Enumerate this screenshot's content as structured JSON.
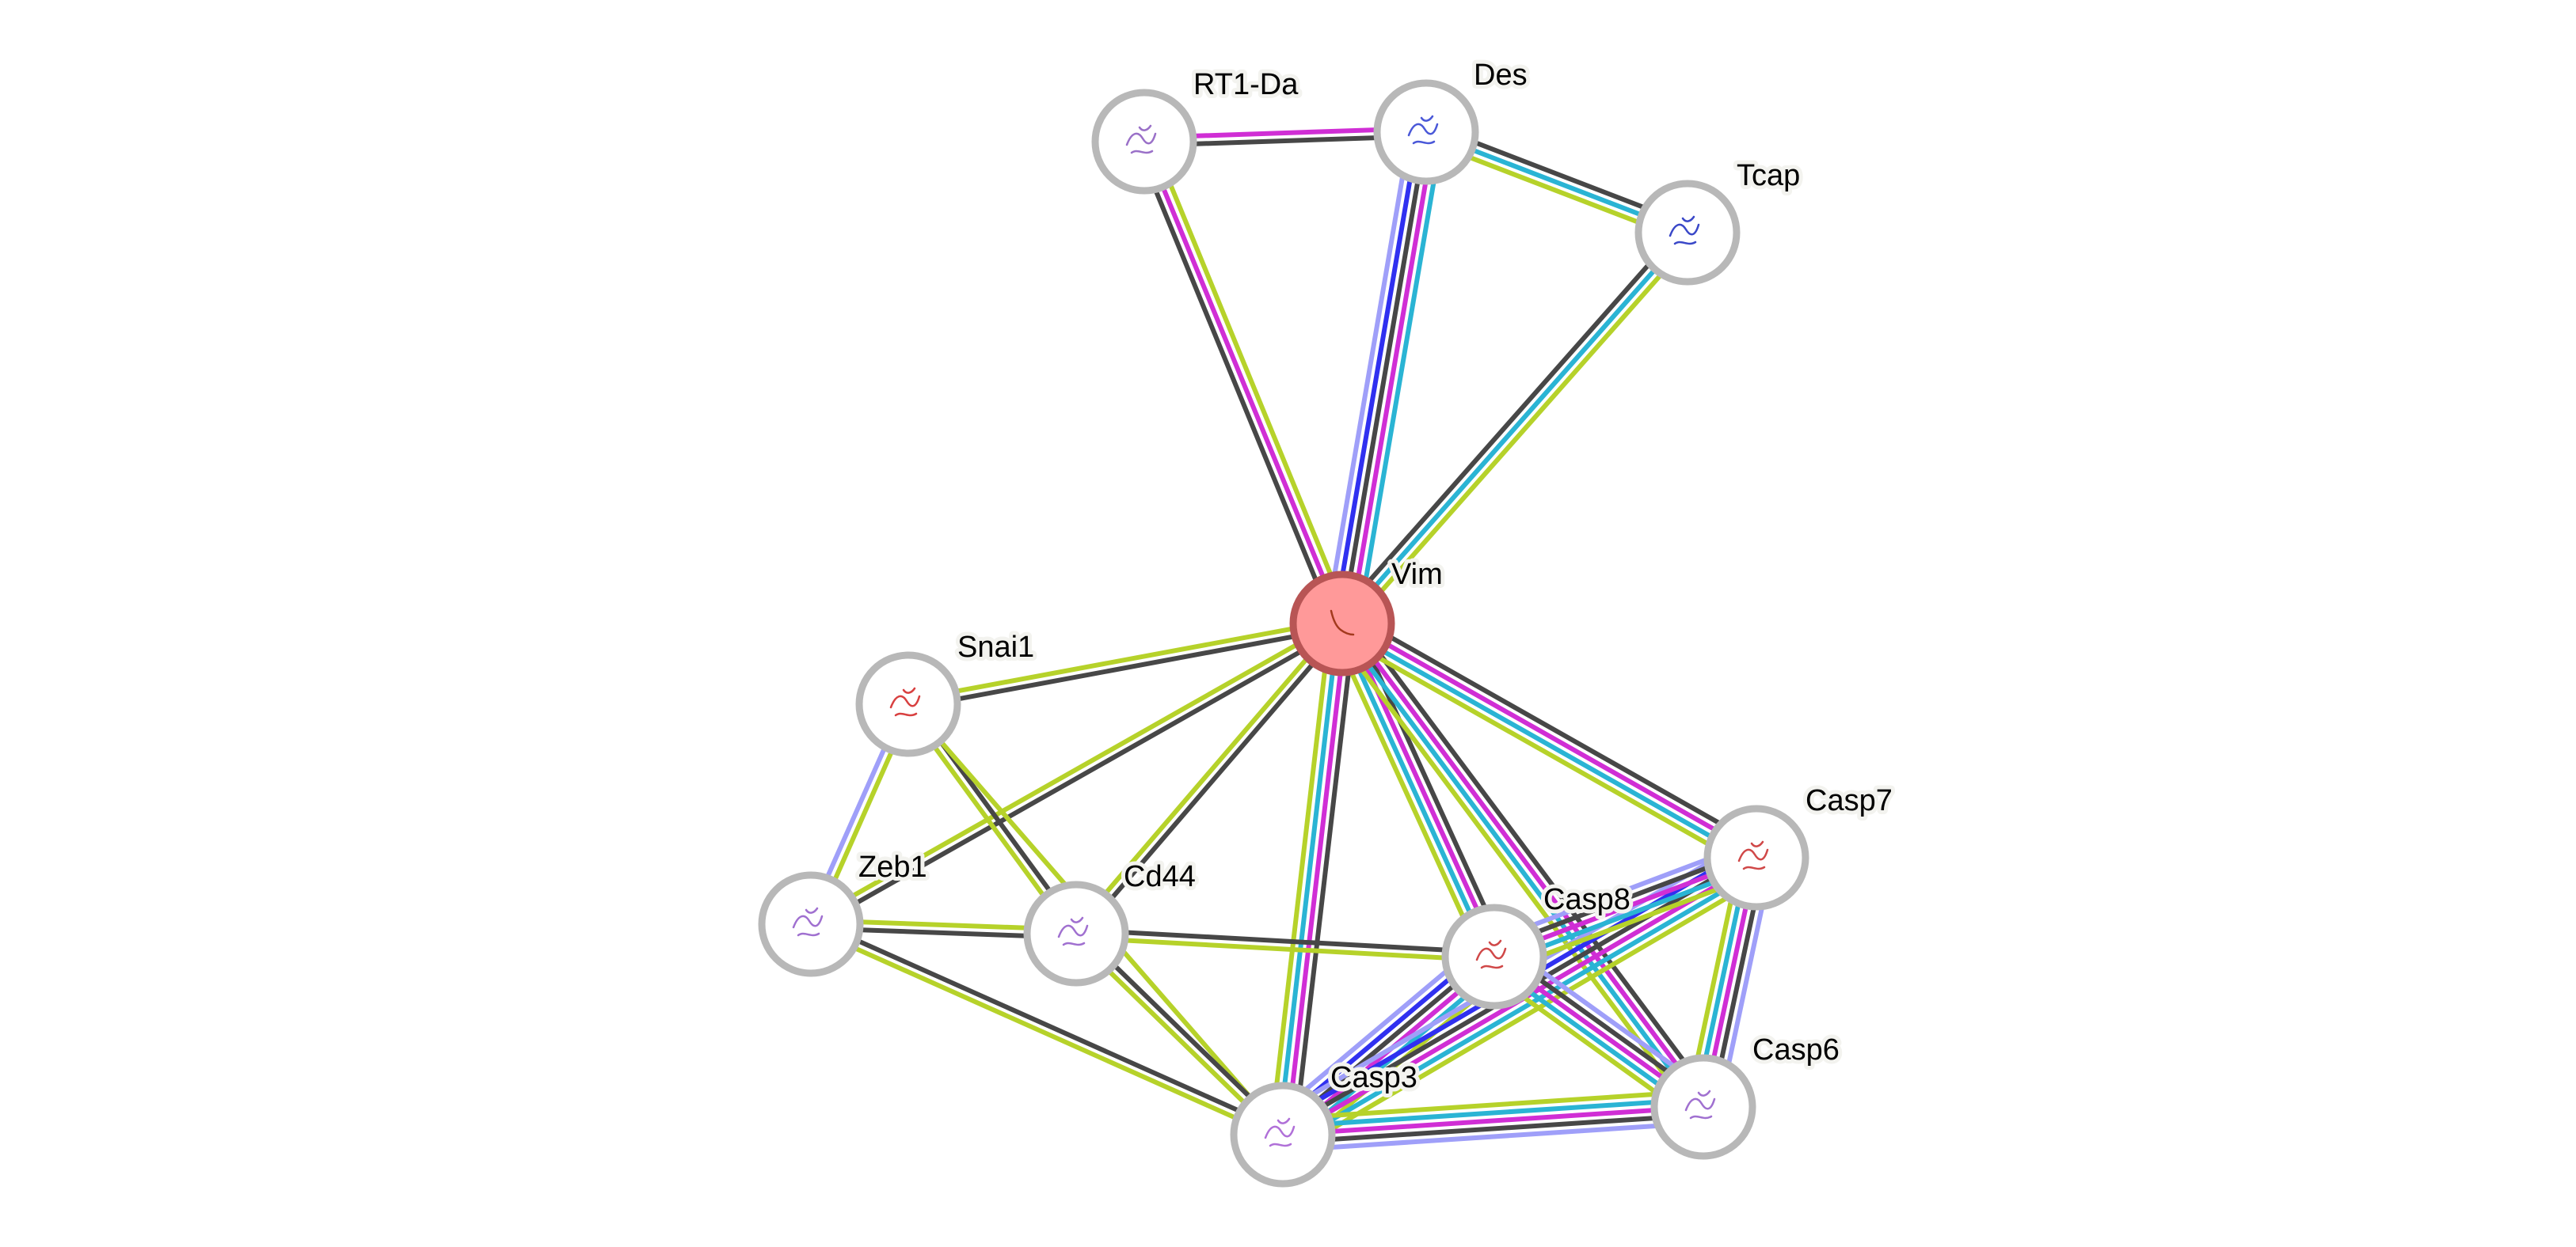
{
  "network": {
    "title": "Protein interaction network",
    "edge_color_key": {
      "curated_database": "#2ab4d4",
      "experimentally_determined": "#d02ed5",
      "textmining": "#b6d22a",
      "coexpression": "#474747",
      "gene_fusion": "#3030f0",
      "gene_cooccurrence": "#9f9ff9"
    },
    "nodes": [
      {
        "id": "Vim",
        "label": "Vim",
        "query": true,
        "glyph_color": "#a33a1e"
      },
      {
        "id": "RT1-Da",
        "label": "RT1-Da",
        "query": false,
        "glyph_color": "#9a70c8"
      },
      {
        "id": "Des",
        "label": "Des",
        "query": false,
        "glyph_color": "#4a58d8"
      },
      {
        "id": "Tcap",
        "label": "Tcap",
        "query": false,
        "glyph_color": "#3a48c8"
      },
      {
        "id": "Snai1",
        "label": "Snai1",
        "query": false,
        "glyph_color": "#d84040"
      },
      {
        "id": "Zeb1",
        "label": "Zeb1",
        "query": false,
        "glyph_color": "#a070d0"
      },
      {
        "id": "Cd44",
        "label": "Cd44",
        "query": false,
        "glyph_color": "#a070d0"
      },
      {
        "id": "Casp8",
        "label": "Casp8",
        "query": false,
        "glyph_color": "#d04848"
      },
      {
        "id": "Casp7",
        "label": "Casp7",
        "query": false,
        "glyph_color": "#d04848"
      },
      {
        "id": "Casp3",
        "label": "Casp3",
        "query": false,
        "glyph_color": "#b070d8"
      },
      {
        "id": "Casp6",
        "label": "Casp6",
        "query": false,
        "glyph_color": "#a070d0"
      }
    ],
    "edges": [
      {
        "source": "RT1-Da",
        "target": "Des",
        "evidence": [
          "experimentally_determined",
          "coexpression"
        ]
      },
      {
        "source": "Des",
        "target": "Tcap",
        "evidence": [
          "coexpression",
          "curated_database",
          "textmining"
        ]
      },
      {
        "source": "Vim",
        "target": "RT1-Da",
        "evidence": [
          "coexpression",
          "experimentally_determined",
          "textmining"
        ]
      },
      {
        "source": "Vim",
        "target": "Des",
        "evidence": [
          "gene_cooccurrence",
          "gene_fusion",
          "coexpression",
          "experimentally_determined",
          "curated_database"
        ]
      },
      {
        "source": "Vim",
        "target": "Tcap",
        "evidence": [
          "coexpression",
          "curated_database",
          "textmining"
        ]
      },
      {
        "source": "Vim",
        "target": "Snai1",
        "evidence": [
          "coexpression",
          "textmining"
        ]
      },
      {
        "source": "Vim",
        "target": "Zeb1",
        "evidence": [
          "coexpression",
          "textmining"
        ]
      },
      {
        "source": "Vim",
        "target": "Cd44",
        "evidence": [
          "coexpression",
          "textmining"
        ]
      },
      {
        "source": "Vim",
        "target": "Casp3",
        "evidence": [
          "coexpression",
          "experimentally_determined",
          "curated_database",
          "textmining"
        ]
      },
      {
        "source": "Vim",
        "target": "Casp8",
        "evidence": [
          "coexpression",
          "experimentally_determined",
          "curated_database",
          "textmining"
        ]
      },
      {
        "source": "Vim",
        "target": "Casp6",
        "evidence": [
          "coexpression",
          "experimentally_determined",
          "curated_database",
          "textmining"
        ]
      },
      {
        "source": "Vim",
        "target": "Casp7",
        "evidence": [
          "coexpression",
          "experimentally_determined",
          "curated_database",
          "textmining"
        ]
      },
      {
        "source": "Snai1",
        "target": "Zeb1",
        "evidence": [
          "textmining",
          "gene_cooccurrence"
        ]
      },
      {
        "source": "Snai1",
        "target": "Cd44",
        "evidence": [
          "coexpression",
          "textmining"
        ]
      },
      {
        "source": "Snai1",
        "target": "Casp3",
        "evidence": [
          "textmining"
        ]
      },
      {
        "source": "Zeb1",
        "target": "Cd44",
        "evidence": [
          "textmining",
          "coexpression"
        ]
      },
      {
        "source": "Zeb1",
        "target": "Casp3",
        "evidence": [
          "coexpression",
          "textmining"
        ]
      },
      {
        "source": "Cd44",
        "target": "Casp3",
        "evidence": [
          "coexpression",
          "textmining"
        ]
      },
      {
        "source": "Cd44",
        "target": "Casp8",
        "evidence": [
          "coexpression",
          "textmining"
        ]
      },
      {
        "source": "Casp3",
        "target": "Casp8",
        "evidence": [
          "gene_cooccurrence",
          "gene_fusion",
          "coexpression",
          "experimentally_determined",
          "curated_database",
          "textmining"
        ]
      },
      {
        "source": "Casp3",
        "target": "Casp7",
        "evidence": [
          "gene_cooccurrence",
          "gene_fusion",
          "coexpression",
          "experimentally_determined",
          "curated_database",
          "textmining"
        ]
      },
      {
        "source": "Casp3",
        "target": "Casp6",
        "evidence": [
          "textmining",
          "curated_database",
          "experimentally_determined",
          "coexpression",
          "gene_cooccurrence"
        ]
      },
      {
        "source": "Casp8",
        "target": "Casp7",
        "evidence": [
          "gene_cooccurrence",
          "coexpression",
          "experimentally_determined",
          "curated_database",
          "textmining"
        ]
      },
      {
        "source": "Casp8",
        "target": "Casp6",
        "evidence": [
          "gene_cooccurrence",
          "coexpression",
          "experimentally_determined",
          "curated_database",
          "textmining"
        ]
      },
      {
        "source": "Casp7",
        "target": "Casp6",
        "evidence": [
          "gene_cooccurrence",
          "coexpression",
          "experimentally_determined",
          "curated_database",
          "textmining"
        ]
      }
    ]
  }
}
